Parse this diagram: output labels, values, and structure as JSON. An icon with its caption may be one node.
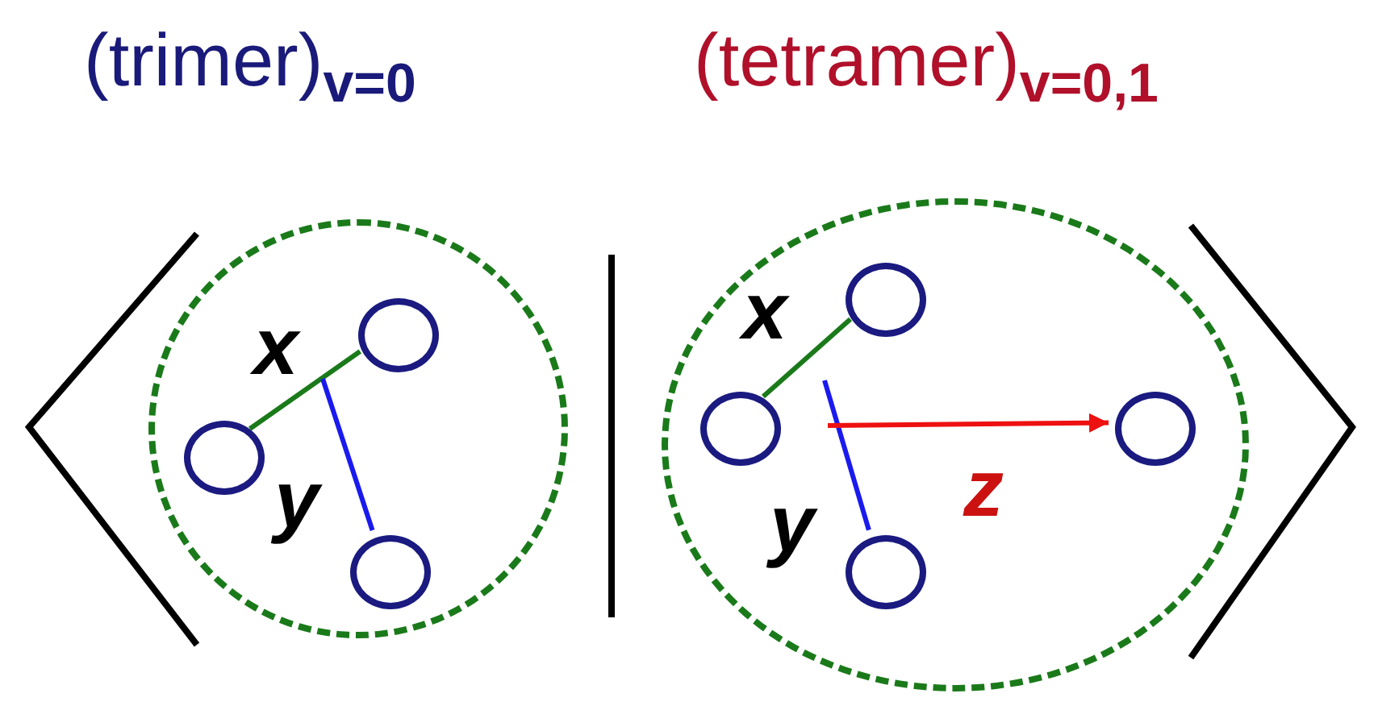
{
  "diagram": {
    "nodes": [
      {
        "text": [],
        "shape": "circle"
      },
      {
        "text": [],
        "shape": "circle",
        "in": 0
      },
      {
        "text": [],
        "shape": "circle",
        "in": 0
      },
      {
        "text": [],
        "shape": "circle",
        "in": 0
      },
      {
        "text": [],
        "shape": "circle"
      },
      {
        "text": [],
        "shape": "circle",
        "in": 4
      },
      {
        "text": [],
        "shape": "circle",
        "in": 4
      },
      {
        "text": [],
        "shape": "circle",
        "in": 4
      },
      {
        "text": [],
        "shape": "circle",
        "in": 4
      }
    ],
    "edges": [
      {
        "from": 1,
        "to": 2,
        "arrow": "none",
        "label": "x",
        "color": "#1a7a1a"
      },
      {
        "from": null,
        "to": 3,
        "arrow": "none",
        "label": "y",
        "color": "#1a1aee"
      },
      {
        "from": 5,
        "to": 6,
        "arrow": "none",
        "label": "x",
        "color": "#1a7a1a"
      },
      {
        "from": null,
        "to": 7,
        "arrow": "none",
        "label": "y",
        "color": "#1a1aee"
      },
      {
        "from": null,
        "to": 8,
        "arrow": "to",
        "label": "z",
        "color": "#ee1111"
      }
    ],
    "labels": [
      "(trimer)$_{v=0}$",
      "(tetramer)$_{v=0,1}$"
    ]
  }
}
